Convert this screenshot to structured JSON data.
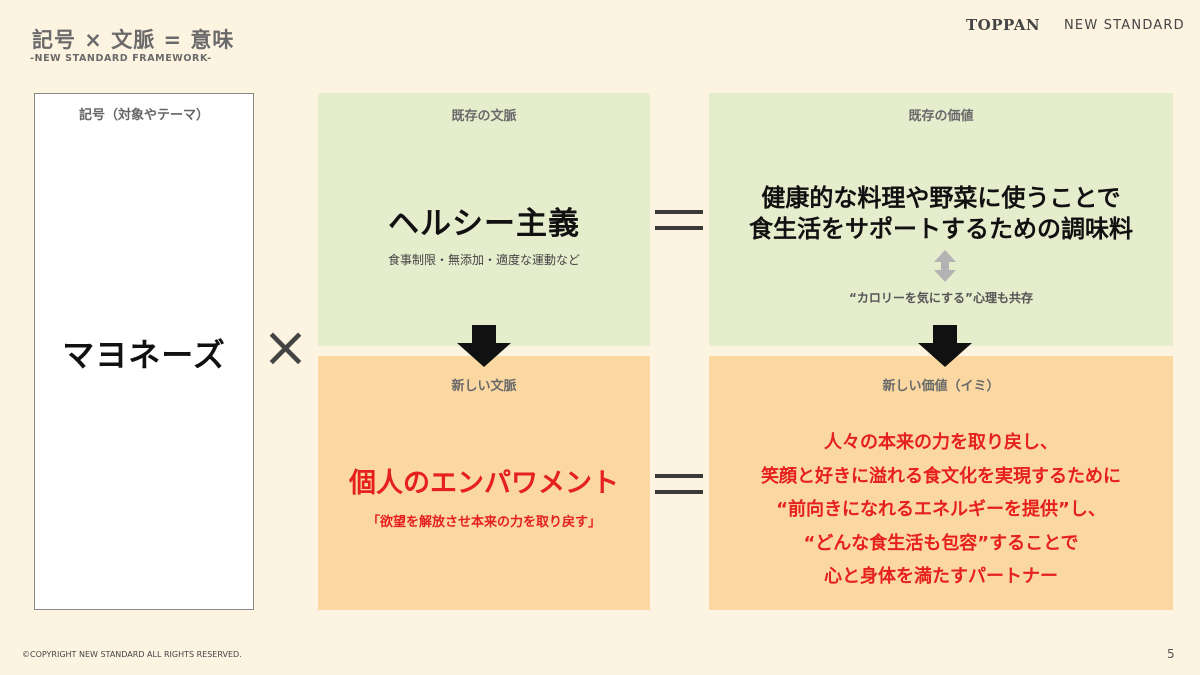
{
  "header": {
    "title": "記号 × 文脈 = 意味",
    "subtitle": "-NEW STANDARD FRAMEWORK-",
    "logo_toppan": "TOPPAN",
    "logo_new_standard": "NEW STANDARD"
  },
  "symbol": {
    "heading": "記号（対象やテーマ）",
    "text": "マヨネーズ",
    "operator": "×"
  },
  "context_existing": {
    "heading": "既存の文脈",
    "main": "ヘルシー主義",
    "sub": "食事制限・無添加・適度な運動など"
  },
  "context_new": {
    "heading": "新しい文脈",
    "main": "個人のエンパワメント",
    "sub": "「欲望を解放させ本来の力を取り戻す」"
  },
  "value_existing": {
    "heading": "既存の価値",
    "main_line1": "健康的な料理や野菜に使うことで",
    "main_line2": "食生活をサポートするための調味料",
    "note": "“カロリーを気にする”心理も共存"
  },
  "value_new": {
    "heading": "新しい価値（イミ）",
    "line1": "人々の本来の力を取り戻し、",
    "line2": "笑顔と好きに溢れる食文化を実現するために",
    "line3": "“前向きになれるエネルギーを提供”し、",
    "line4": "“どんな食生活も包容”することで",
    "line5": "心と身体を満たすパートナー"
  },
  "footer": {
    "copyright": "©COPYRIGHT NEW STANDARD ALL RIGHTS RESERVED.",
    "page_number": "5"
  },
  "colors": {
    "background": "#fdf3e1",
    "green_panel": "#e5edcd",
    "orange_panel": "#fbd8a2",
    "accent_red": "#e5201d"
  },
  "icons": [
    "times-sign",
    "equals-sign-icon",
    "down-arrow-icon",
    "up-down-arrow-icon"
  ]
}
